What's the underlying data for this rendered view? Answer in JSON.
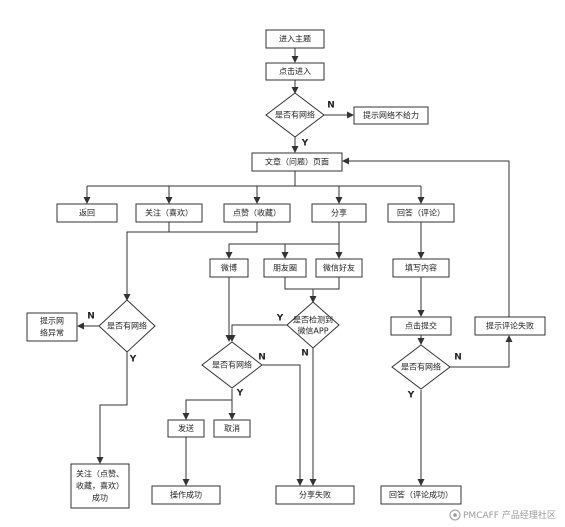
{
  "nodes": {
    "enter_topic": "进入主题",
    "click_enter": "点击进入",
    "has_network_1": "是否有网络",
    "poor_network": "提示网络不给力",
    "article_page": "文章（问题）页面",
    "back": "返回",
    "follow": "关注（喜欢）",
    "like": "点赞（收藏）",
    "share": "分享",
    "answer": "回答（评论）",
    "weibo": "微博",
    "moments": "朋友圈",
    "wechat_friend": "微信好友",
    "fill_content": "填写内容",
    "show_network_error": [
      "提示网",
      "络异常"
    ],
    "has_network_2": "是否有网络",
    "detect_wechat": [
      "是否检测到",
      "微信APP"
    ],
    "click_submit": "点击提交",
    "submit_failed": "提示评论失败",
    "has_network_3": "是否有网络",
    "has_network_4": "是否有网络",
    "send": "发送",
    "cancel": "取消",
    "follow_success": [
      "关注（点赞、",
      "收藏，喜欢）",
      "成功"
    ],
    "operation_success": "操作成功",
    "share_failed": "分享失败",
    "answer_success": "回答（评论成功）"
  },
  "branch_labels": {
    "yes": "Y",
    "no": "N"
  },
  "watermark": "PMCAFF 产品经理社区"
}
